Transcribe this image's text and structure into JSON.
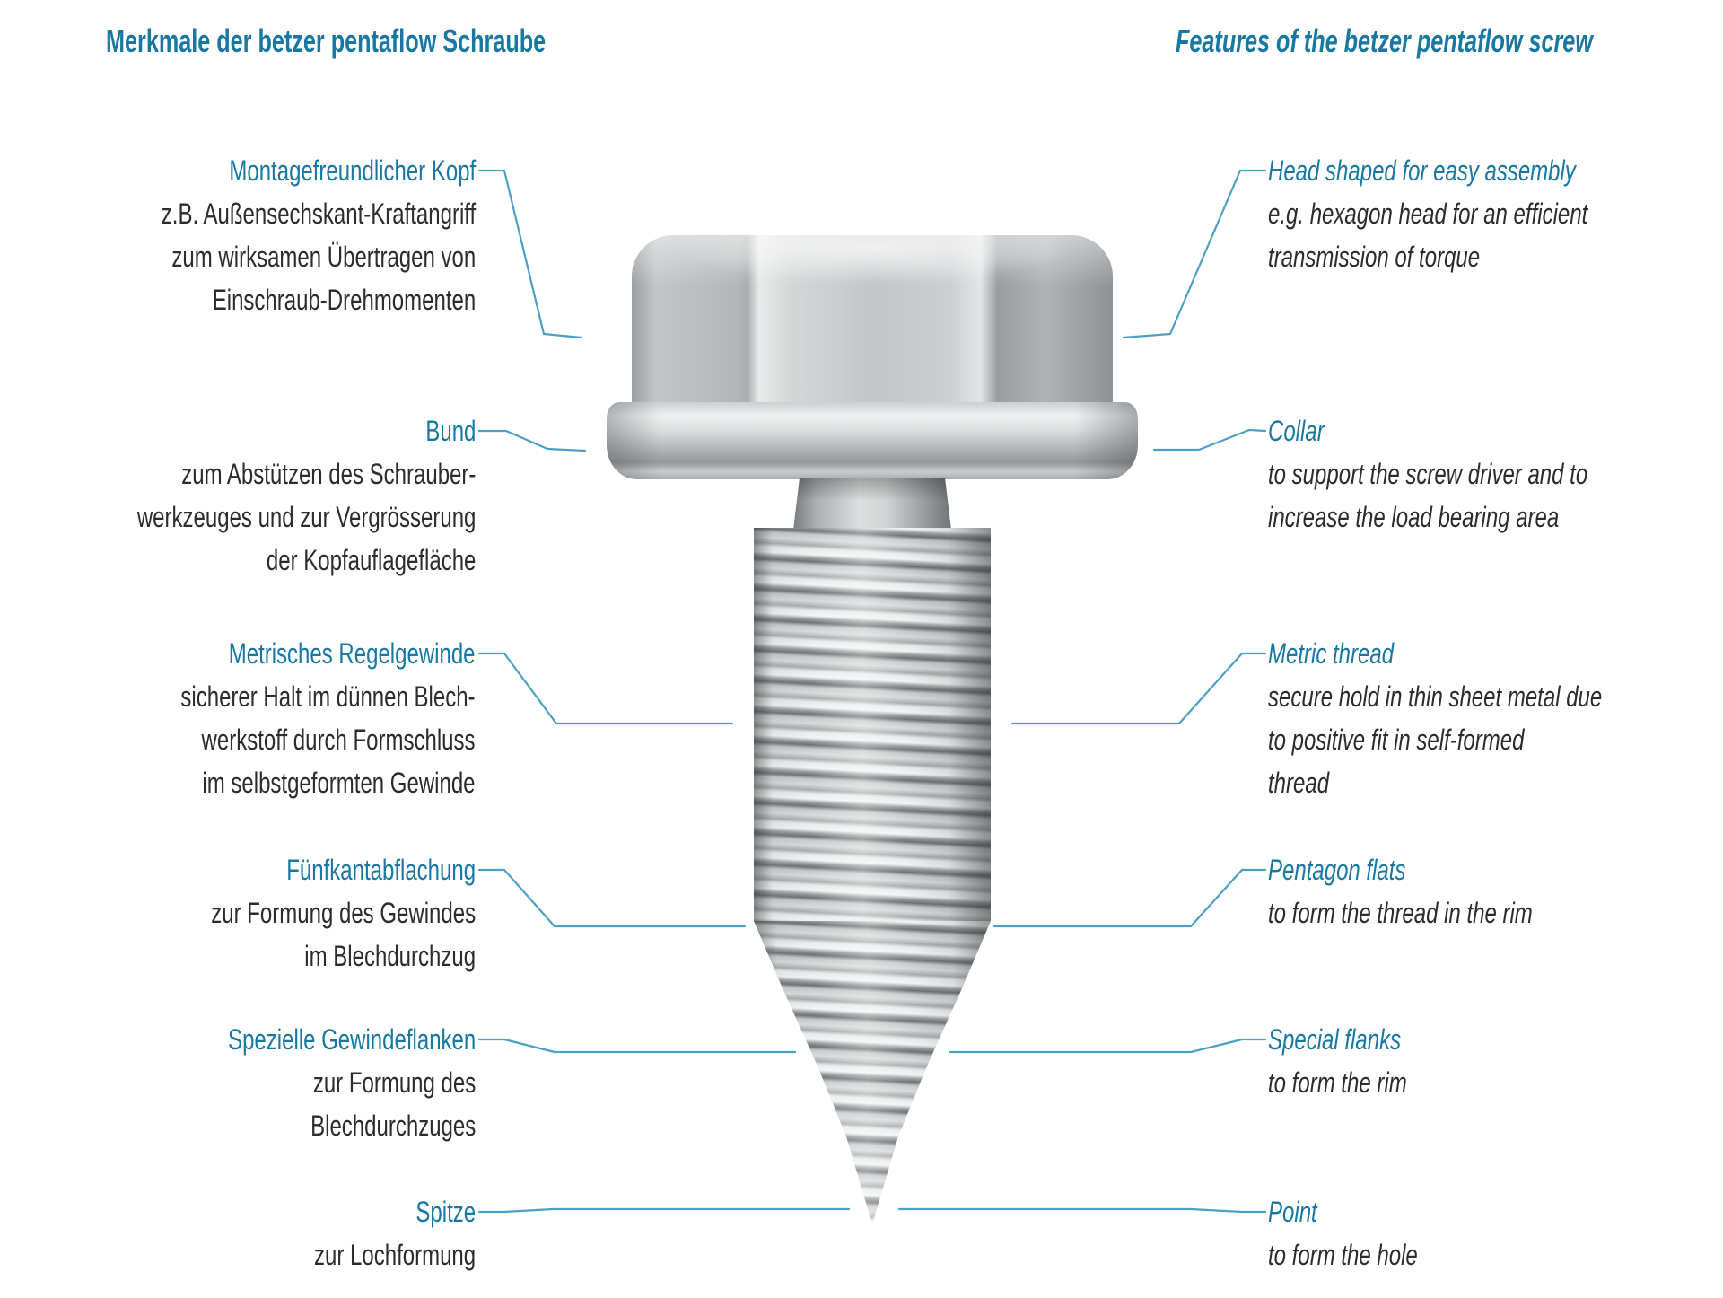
{
  "titles": {
    "de": "Merkmale der betzer pentaflow Schraube",
    "en": "Features of the betzer pentaflow screw"
  },
  "colors": {
    "accent": "#1878a2",
    "connector": "#4d9fc4",
    "body_text": "#2b2c2e"
  },
  "features_de": [
    {
      "label": "Montagefreundlicher Kopf",
      "lines": [
        "z.B. Außensechskant-Kraftangriff",
        "zum wirksamen Übertragen von",
        "Einschraub-Drehmomenten"
      ]
    },
    {
      "label": "Bund",
      "lines": [
        "zum Abstützen des Schrauber-",
        "werkzeuges und zur Vergrösserung",
        "der Kopfauflagefläche"
      ]
    },
    {
      "label": "Metrisches Regelgewinde",
      "lines": [
        "sicherer Halt im dünnen Blech-",
        "werkstoff durch Formschluss",
        "im selbstgeformten Gewinde"
      ]
    },
    {
      "label": "Fünfkantabflachung",
      "lines": [
        "zur Formung des Gewindes",
        "im Blechdurchzug"
      ]
    },
    {
      "label": "Spezielle Gewindeflanken",
      "lines": [
        "zur Formung des",
        "Blechdurchzuges"
      ]
    },
    {
      "label": "Spitze",
      "lines": [
        "zur Lochformung"
      ]
    }
  ],
  "features_en": [
    {
      "label": "Head shaped for easy assembly",
      "lines": [
        "e.g. hexagon head for an efficient",
        "transmission of torque"
      ]
    },
    {
      "label": "Collar",
      "lines": [
        "to support the screw driver and to",
        "increase the load bearing area"
      ]
    },
    {
      "label": "Metric thread",
      "lines": [
        "secure hold in thin sheet metal due",
        "to positive fit in self-formed",
        "thread"
      ]
    },
    {
      "label": "Pentagon flats",
      "lines": [
        "to form the thread in the rim"
      ]
    },
    {
      "label": "Special flanks",
      "lines": [
        "to form the rim"
      ]
    },
    {
      "label": "Point",
      "lines": [
        "to form the hole"
      ]
    }
  ]
}
